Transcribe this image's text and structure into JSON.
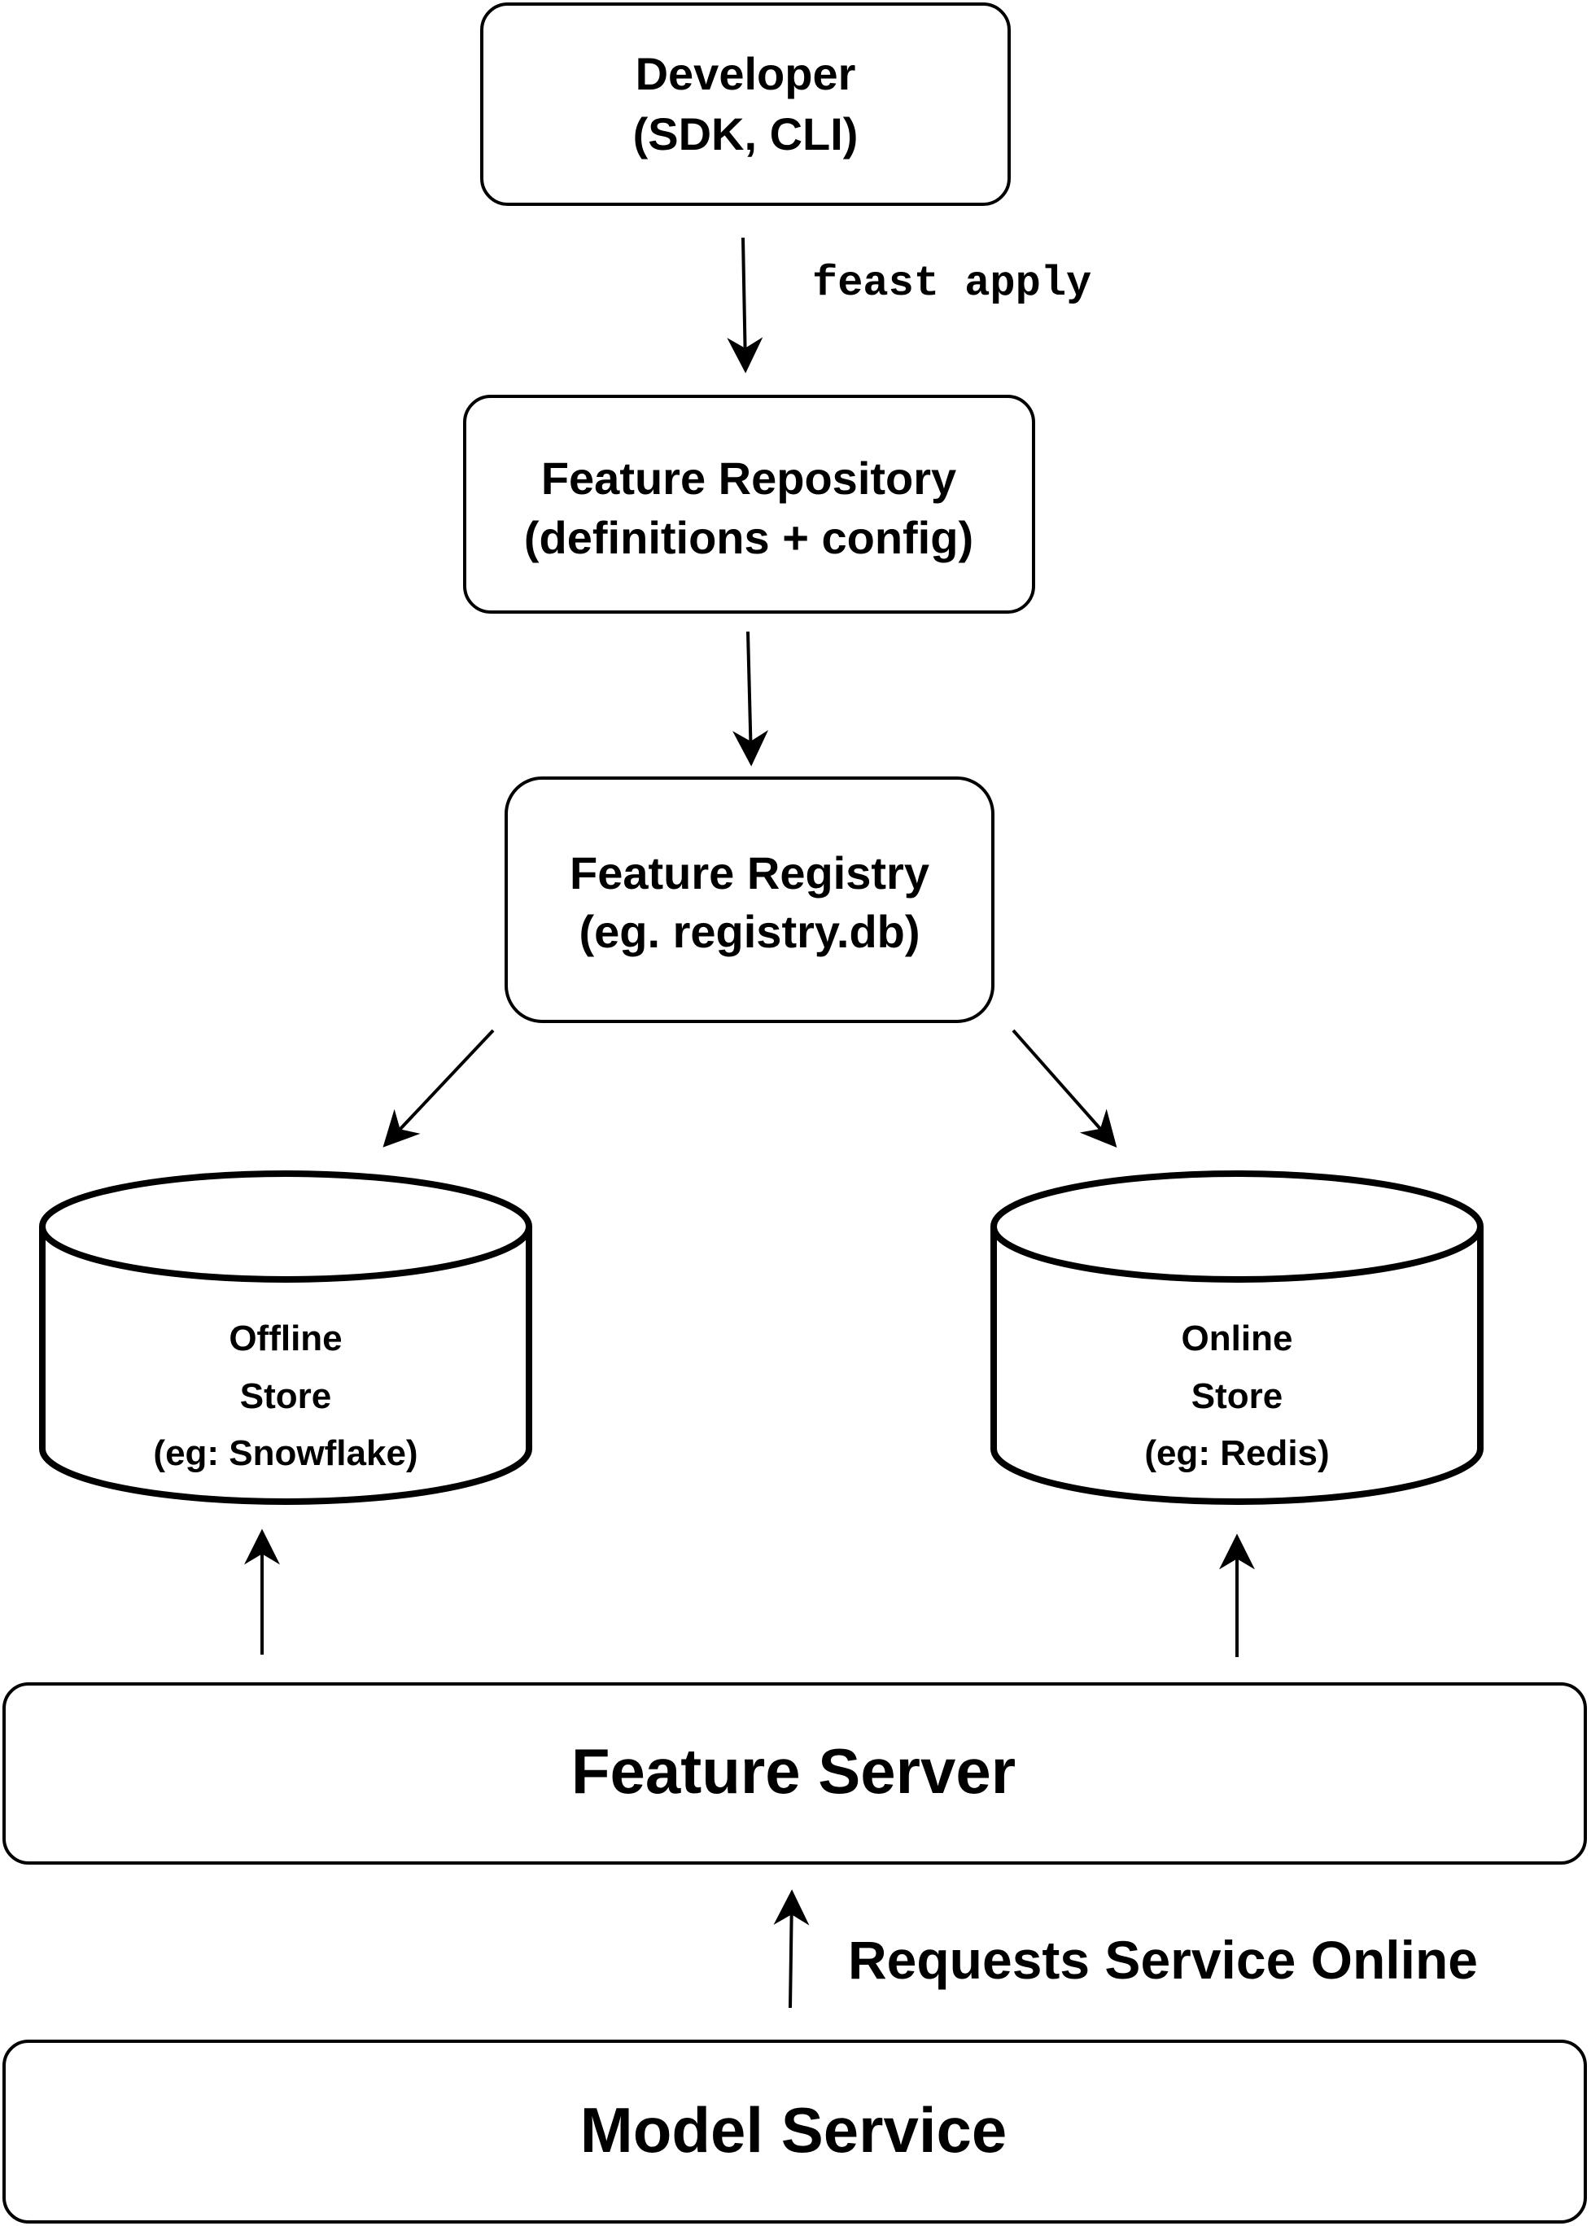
{
  "colors": {
    "stroke": "#000000",
    "fill": "#ffffff",
    "text": "#000000"
  },
  "nodes": {
    "developer": {
      "line1": "Developer",
      "line2": "(SDK, CLI)"
    },
    "feature_repository": {
      "line1": "Feature Repository",
      "line2": "(definitions + config)"
    },
    "feature_registry": {
      "line1": "Feature Registry",
      "line2": "(eg. registry.db)"
    },
    "offline_store": {
      "line1": "Offline",
      "line2": "Store",
      "line3": "(eg: Snowflake)"
    },
    "online_store": {
      "line1": "Online",
      "line2": "Store",
      "line3": "(eg: Redis)"
    },
    "feature_server": {
      "label": "Feature Server"
    },
    "model_service": {
      "label": "Model Service"
    }
  },
  "edges": {
    "developer_to_repository": {
      "label": "feast apply"
    },
    "model_to_server": {
      "label": "Requests Service Online"
    }
  }
}
